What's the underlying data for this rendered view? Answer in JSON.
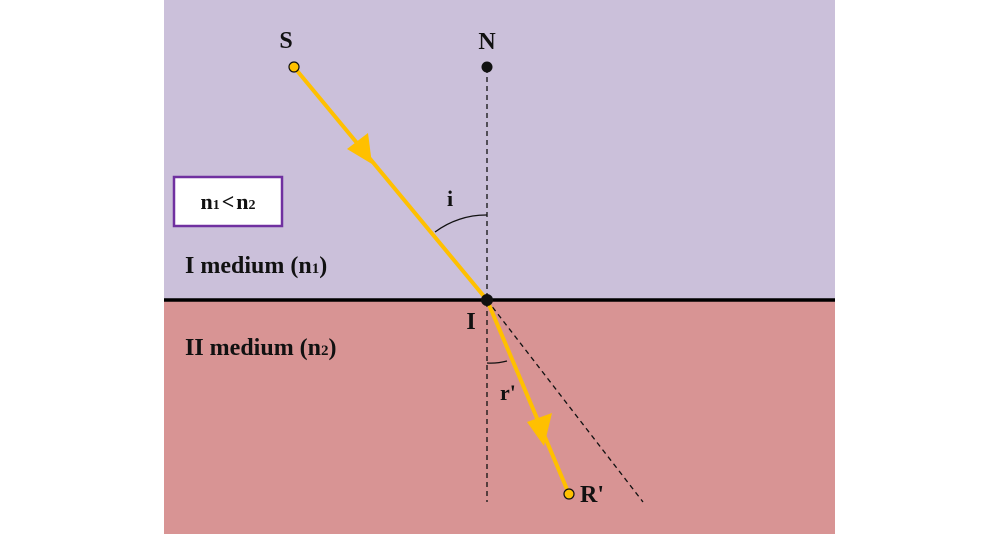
{
  "colors": {
    "medium_1": "#cbc0da",
    "medium_2": "#d89494",
    "ray": "#ffc000",
    "boundary": "#000000",
    "box_border": "#7030a0",
    "point_fill": "#ffc000"
  },
  "labels": {
    "source": "S",
    "normal": "N",
    "incidence_point": "I",
    "refracted_end": "R'",
    "angle_incidence": "i",
    "angle_refraction": "r'",
    "condition_n1": "n",
    "condition_n1_sub": "1",
    "condition_op": "<",
    "condition_n2": "n",
    "condition_n2_sub": "2",
    "medium_1_text": "I medium (n",
    "medium_1_sub": "1",
    "medium_1_close": ")",
    "medium_2_text": "II medium (n",
    "medium_2_sub": "2",
    "medium_2_close": ")"
  }
}
